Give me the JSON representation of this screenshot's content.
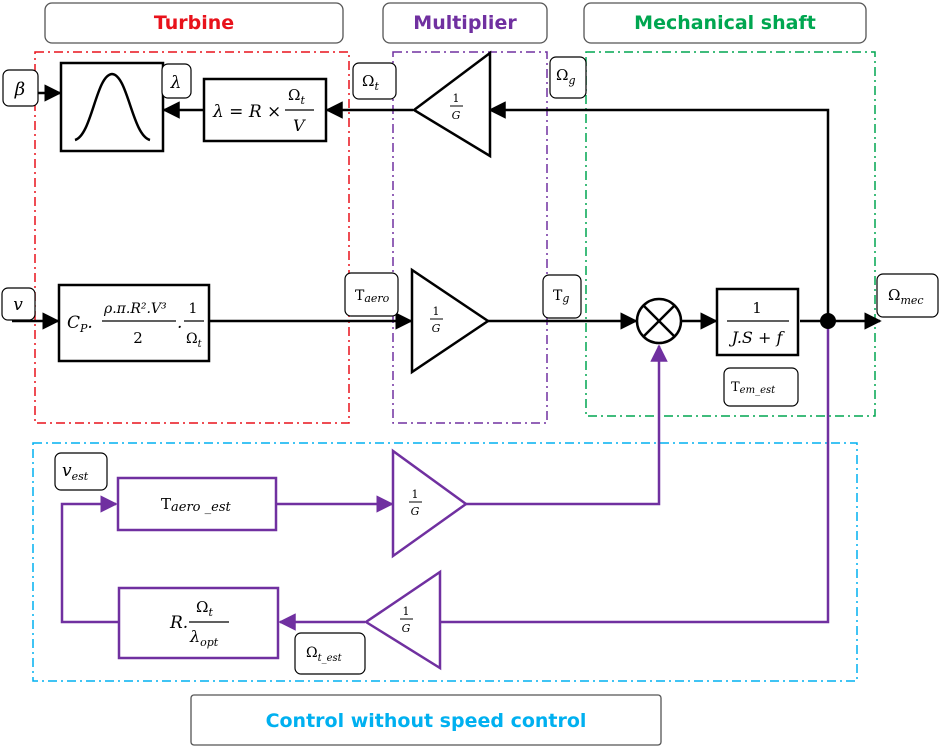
{
  "headers": {
    "turbine": "Turbine",
    "multiplier": "Multiplier",
    "shaft": "Mechanical shaft",
    "control": "Control without speed control"
  },
  "colors": {
    "turbine": "#e8121b",
    "multiplier": "#7030a0",
    "shaft": "#00a650",
    "control": "#00b0f0",
    "signal": "#000000",
    "control_signal": "#7030a0"
  },
  "inputs": {
    "beta": "β",
    "wind": "v",
    "wind_est": "v",
    "wind_est_sub": "est"
  },
  "signals": {
    "lambda": "λ",
    "omega_t": "Ω",
    "omega_t_sub": "t",
    "omega_g": "Ω",
    "omega_g_sub": "g",
    "omega_mec": "Ω",
    "omega_mec_sub": "mec",
    "t_aero": "T",
    "t_aero_sub": "aero",
    "t_g": "T",
    "t_g_sub": "g",
    "t_em_est": "T",
    "t_em_est_sub": "em_est",
    "omega_t_est": "Ω",
    "omega_t_est_sub": "t_est"
  },
  "blocks": {
    "lambda_eq": {
      "lhs": "λ = R × ",
      "num": "Ω",
      "num_sub": "t",
      "den": "V"
    },
    "gain_num": "1",
    "gain_den": "G",
    "power_eq": {
      "cp": "C",
      "cp_sub": "P",
      "dot1": ".",
      "num": "ρ.π.R².V³",
      "den": "2",
      "dot2": ".",
      "one": "1",
      "omega": "Ω",
      "omega_sub": "t"
    },
    "tf": {
      "num": "1",
      "den": "J.S + f"
    },
    "taero_est": {
      "t": "T",
      "sub": "aero _est"
    },
    "omega_ref": {
      "lhs": "R.",
      "num": "Ω",
      "num_sub": "t",
      "den": "λ",
      "den_sub": "opt"
    }
  }
}
